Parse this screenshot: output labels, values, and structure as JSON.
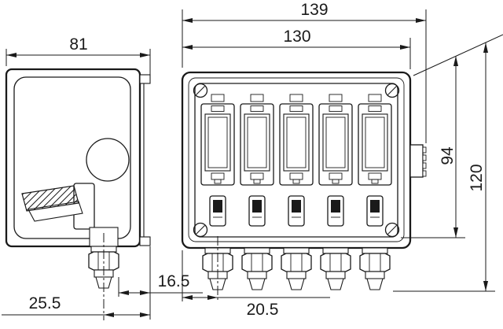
{
  "theme": {
    "line": "#1a1a1a",
    "bg": "#ffffff"
  },
  "drawing": {
    "type": "dimensioned enclosure technical drawing, side view and front view",
    "dimensions": {
      "d139": "139",
      "d130": "130",
      "d81": "81",
      "d94": "94",
      "d120": "120",
      "d16_5": "16.5",
      "d25_5": "25.5",
      "d20_5": "20.5"
    }
  }
}
